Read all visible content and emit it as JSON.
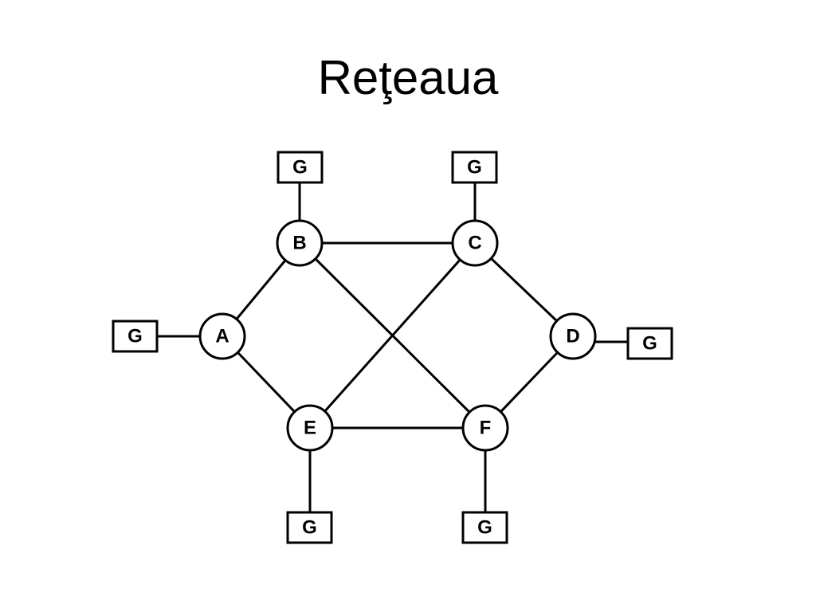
{
  "title": "Reţeaua",
  "nodes": {
    "A": "A",
    "B": "B",
    "C": "C",
    "D": "D",
    "E": "E",
    "F": "F"
  },
  "gateways": {
    "A": "G",
    "B": "G",
    "C": "G",
    "D": "G",
    "E": "G",
    "F": "G"
  },
  "edges": [
    [
      "A",
      "B"
    ],
    [
      "A",
      "E"
    ],
    [
      "B",
      "C"
    ],
    [
      "B",
      "F"
    ],
    [
      "C",
      "E"
    ],
    [
      "C",
      "D"
    ],
    [
      "E",
      "F"
    ],
    [
      "D",
      "F"
    ]
  ],
  "colors": {
    "stroke": "#000000",
    "fill": "#ffffff"
  }
}
